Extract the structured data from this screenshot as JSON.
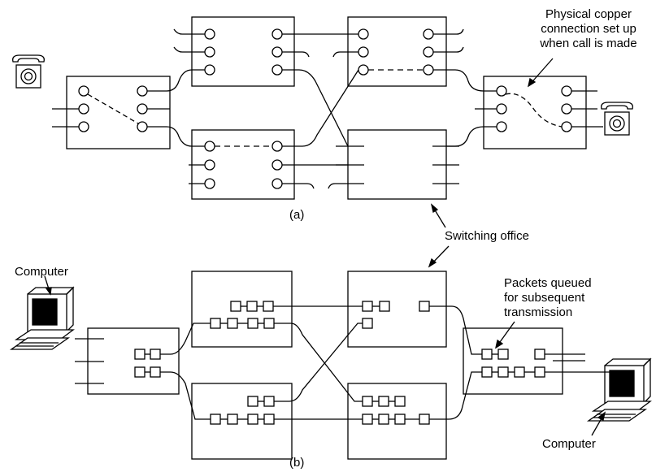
{
  "labels": {
    "physical_copper": [
      "Physical copper",
      "connection set up",
      "when call is made"
    ],
    "panel_a": "(a)",
    "switching_office": "Switching office",
    "computer_left": "Computer",
    "packets_queued": [
      "Packets queued",
      "for subsequent",
      "transmission"
    ],
    "computer_right": "Computer",
    "panel_b": "(b)"
  },
  "colors": {
    "ink": "#000000",
    "paper": "#ffffff"
  },
  "icons": [
    "telephone-icon",
    "telephone-icon",
    "computer-icon",
    "computer-icon"
  ]
}
